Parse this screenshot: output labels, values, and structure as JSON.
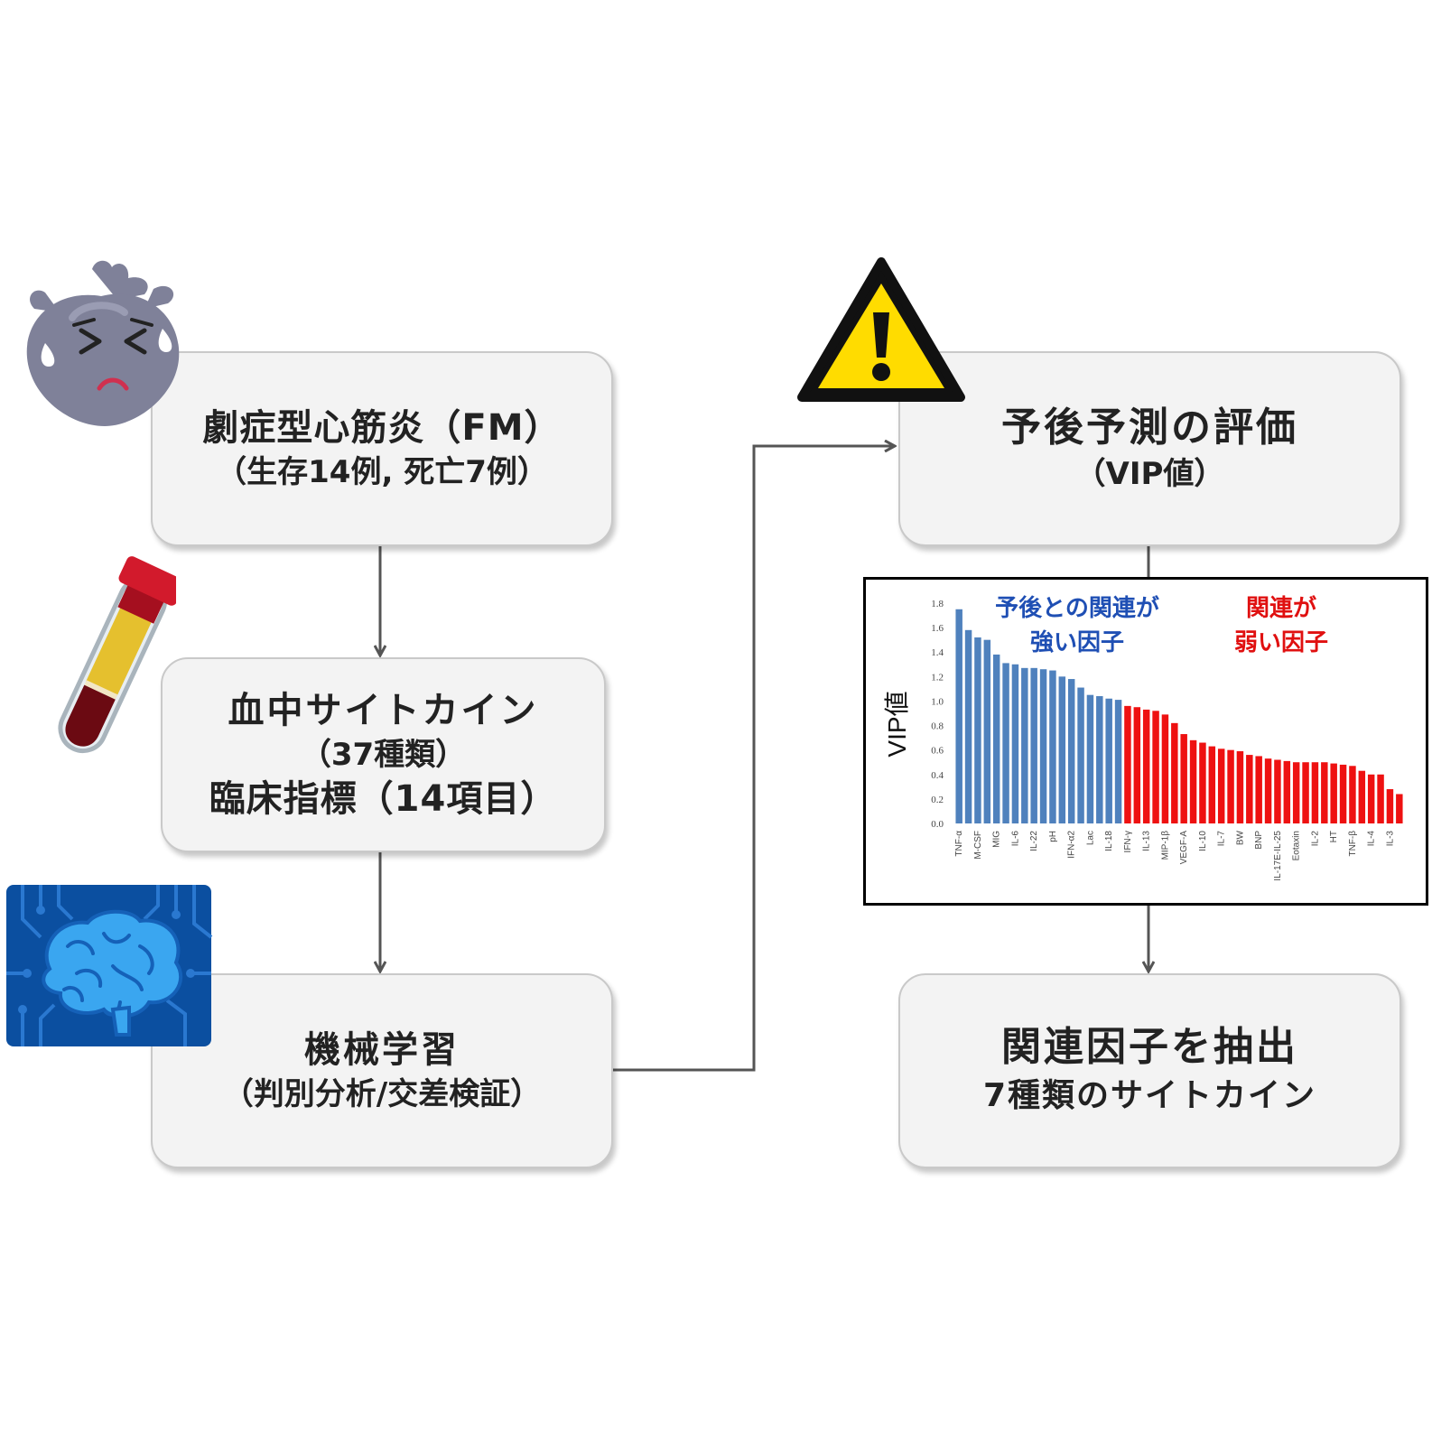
{
  "boxes": {
    "fm": {
      "line1": "劇症型心筋炎（FM）",
      "line2": "（生存14例, 死亡7例）"
    },
    "cytokine": {
      "line1": "血中サイトカイン",
      "line2": "（37種類）",
      "line3": "臨床指標（14項目）"
    },
    "ml": {
      "line1": "機械学習",
      "line2": "（判別分析/交差検証）"
    },
    "eval": {
      "line1": "予後予測の評価",
      "line2": "（VIP値）"
    },
    "extract": {
      "line1": "関連因子を抽出",
      "line2": "7種類のサイトカイン"
    }
  },
  "icons": {
    "heart": "sad-heart-icon",
    "tube": "blood-tube-icon",
    "brain": "ai-brain-icon",
    "warning": "warning-icon"
  },
  "colors": {
    "strong": "#4f81bd",
    "weak": "#ee1111",
    "strong_label": "#1f4fb4",
    "weak_label": "#e01010",
    "arrow": "#555555"
  },
  "chart_data": {
    "type": "bar",
    "ylabel": "VIP値",
    "ylim": [
      0,
      1.8
    ],
    "yticks": [
      "0.0",
      "0.2",
      "0.4",
      "0.6",
      "0.8",
      "1.0",
      "1.2",
      "1.4",
      "1.6",
      "1.8"
    ],
    "annotations": {
      "strong": [
        "予後との関連が",
        "強い因子"
      ],
      "weak": [
        "関連が",
        "弱い因子"
      ]
    },
    "strong_count": 18,
    "values": [
      1.75,
      1.58,
      1.52,
      1.5,
      1.38,
      1.31,
      1.3,
      1.27,
      1.27,
      1.26,
      1.25,
      1.2,
      1.18,
      1.11,
      1.05,
      1.04,
      1.02,
      1.01,
      0.96,
      0.95,
      0.93,
      0.92,
      0.89,
      0.82,
      0.73,
      0.68,
      0.66,
      0.63,
      0.61,
      0.6,
      0.59,
      0.56,
      0.55,
      0.53,
      0.52,
      0.51,
      0.5,
      0.5,
      0.5,
      0.5,
      0.49,
      0.48,
      0.47,
      0.43,
      0.4,
      0.4,
      0.28,
      0.24
    ],
    "tick_labels": [
      "TNF-α",
      "M-CSF",
      "MIG",
      "IL-6",
      "IL-22",
      "pH",
      "IFN-α2",
      "Lac",
      "IL-18",
      "IFN-γ",
      "IL-13",
      "MIP-1β",
      "VEGF-A",
      "IL-10",
      "IL-7",
      "BW",
      "BNP",
      "IL-17E-IL-25",
      "Eotaxin",
      "IL-2",
      "HT",
      "TNF-β",
      "IL-4",
      "IL-3"
    ]
  }
}
